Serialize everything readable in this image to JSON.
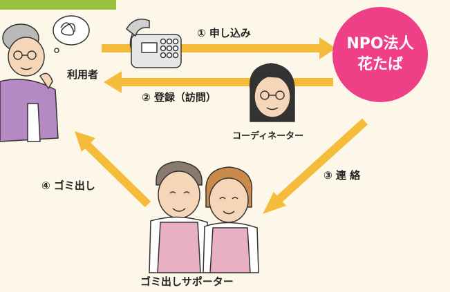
{
  "labels": {
    "step1": "① 申し込み",
    "step2": "② 登録（訪問）",
    "step3": "③ 連 絡",
    "step4": "④ ゴミ出し",
    "user": "利用者",
    "coordinator": "コーディネーター",
    "supporters": "ゴミ出しサポーター"
  },
  "npo": {
    "line1": "NPO法人",
    "line2": "花たば"
  },
  "colors": {
    "arrow": "#f4bc3a",
    "npo": "#ef3f86",
    "header_bar": "#9ac23c",
    "background": "#fdf7e9",
    "apron": "#e9b0c3"
  }
}
